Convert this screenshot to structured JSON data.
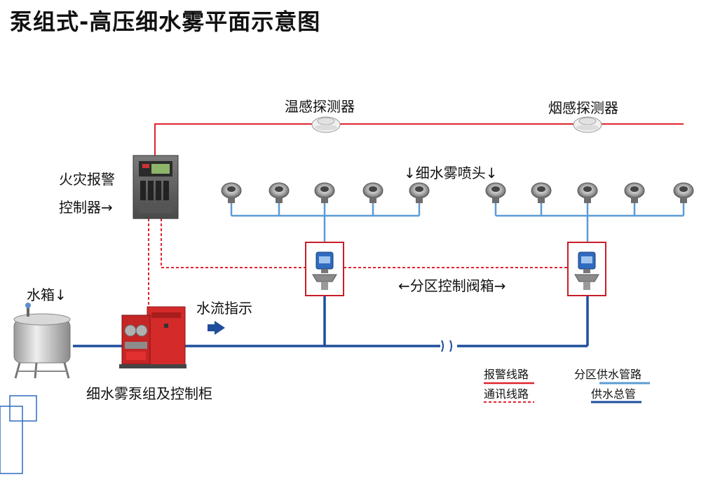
{
  "title": "泵组式-高压细水雾平面示意图",
  "labels": {
    "temp_detector": "温感探测器",
    "smoke_detector": "烟感探测器",
    "fire_panel_line1": "火灾报警",
    "fire_panel_line2": "控制器→",
    "nozzles": "↓细水雾喷头↓",
    "water_tank": "水箱↓",
    "flow_direction": "水流指示",
    "zone_valve_box": "←分区控制阀箱→",
    "pump_unit": "细水雾泵组及控制柜"
  },
  "legend": [
    {
      "label": "报警线路",
      "color": "#e0242f",
      "style": "solid"
    },
    {
      "label": "通讯线路",
      "color": "#e0242f",
      "style": "dashed"
    },
    {
      "label": "分区供水管路",
      "color": "#5b9bd5",
      "style": "solid"
    },
    {
      "label": "供水总管",
      "color": "#1f4e9c",
      "style": "solid"
    }
  ],
  "colors": {
    "alarm_line": "#e0242f",
    "branch_pipe": "#5b9bd5",
    "main_pipe": "#1f4e9c",
    "pump_red": "#d42a2a"
  }
}
